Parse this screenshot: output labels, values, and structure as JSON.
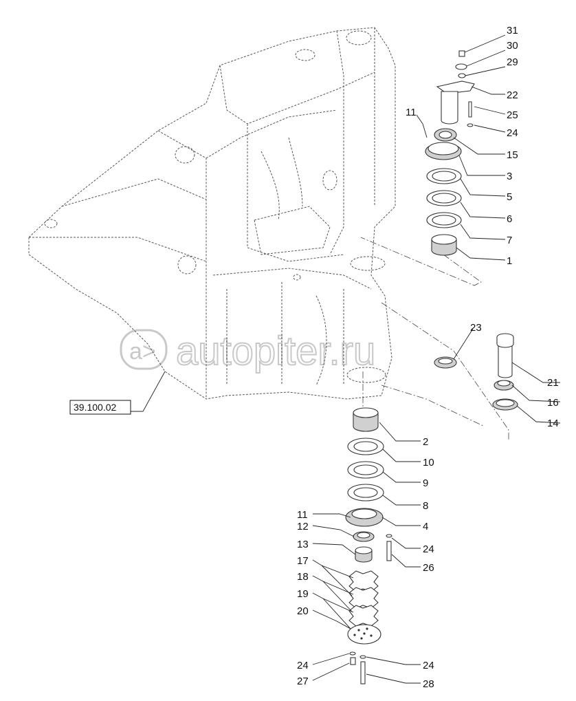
{
  "reference": {
    "label": "39.100.02"
  },
  "watermark": {
    "text": "autopiter.ru"
  },
  "callouts": {
    "c31": "31",
    "c30": "30",
    "c29": "29",
    "c22": "22",
    "c25": "25",
    "c24a": "24",
    "c11a": "11",
    "c15": "15",
    "c3": "3",
    "c5": "5",
    "c6": "6",
    "c7": "7",
    "c1": "1",
    "c23": "23",
    "c21": "21",
    "c16": "16",
    "c14": "14",
    "c2": "2",
    "c10": "10",
    "c9": "9",
    "c8": "8",
    "c4": "4",
    "c11b": "11",
    "c12": "12",
    "c13": "13",
    "c24b": "24",
    "c26": "26",
    "c17": "17",
    "c18": "18",
    "c19": "19",
    "c20": "20",
    "c24c": "24",
    "c27": "27",
    "c24d": "24",
    "c28": "28"
  }
}
